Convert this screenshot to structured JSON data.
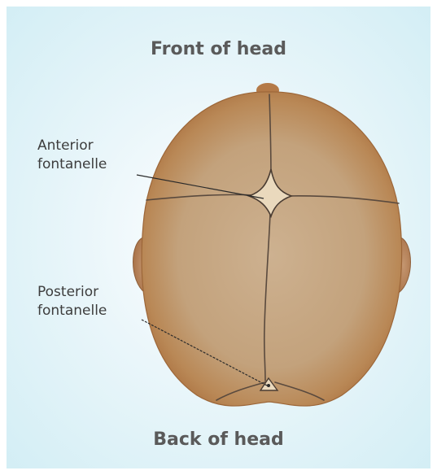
{
  "orientation": {
    "front": "Front of head",
    "back": "Back of head"
  },
  "labels": {
    "anterior": {
      "line1": "Anterior",
      "line2": "fontanelle"
    },
    "posterior": {
      "line1": "Posterior",
      "line2": "fontanelle"
    }
  },
  "colors": {
    "background_edge": "#d3eef5",
    "skull_light": "#cdb190",
    "skull_dark": "#b07744",
    "suture": "#5a4a3e",
    "fontanelle": "#ead9bd"
  }
}
